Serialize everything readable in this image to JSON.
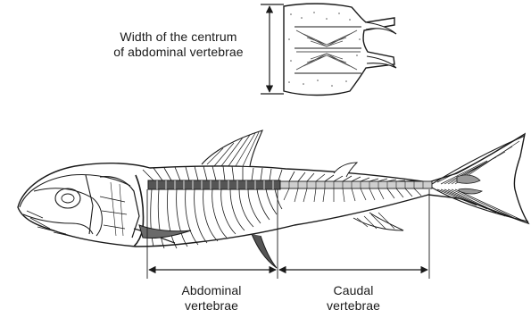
{
  "labels": {
    "centrum_width": [
      "Width of the centrum",
      "of abdominal vertebrae"
    ],
    "abdominal": [
      "Abdominal",
      "vertebrae"
    ],
    "caudal": [
      "Caudal",
      "vertebrae"
    ]
  },
  "colors": {
    "ink": "#1a1a1a",
    "shade": "#4a4a4a",
    "background": "#ffffff"
  }
}
